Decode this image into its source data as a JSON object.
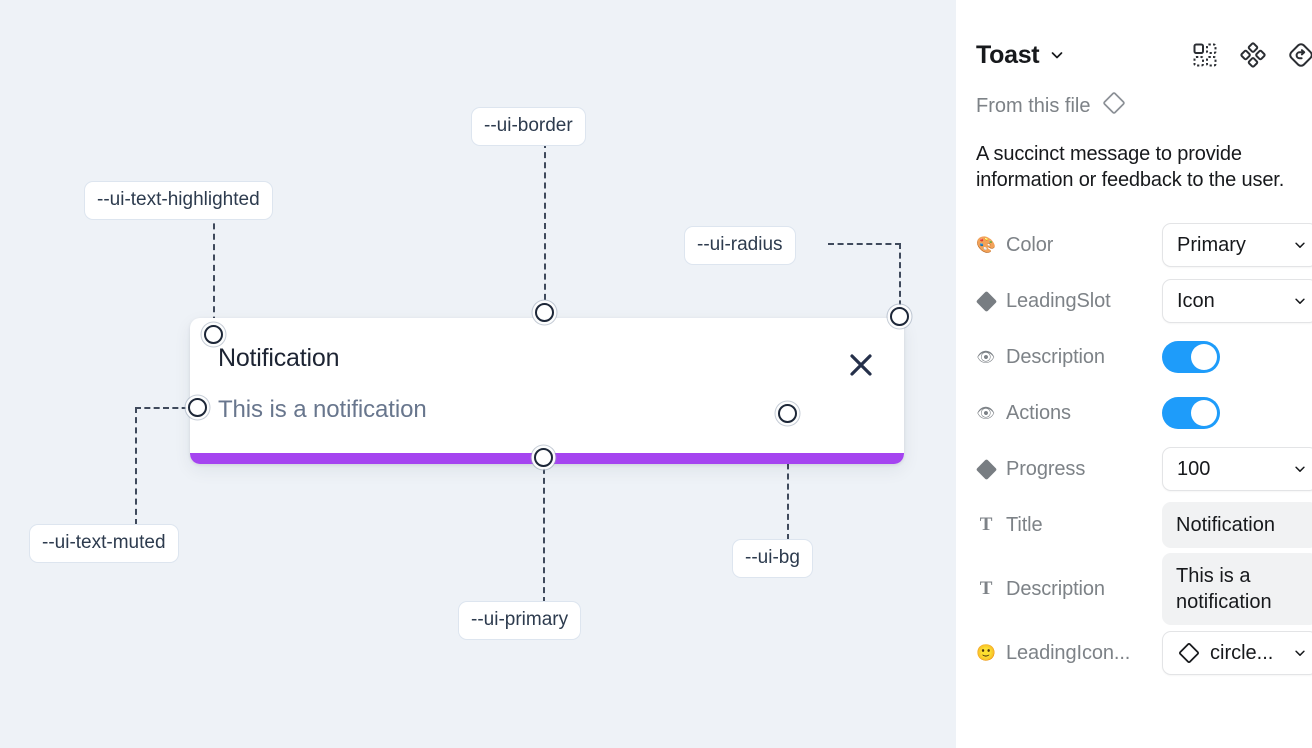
{
  "canvas": {
    "background_color": "#eef2f7",
    "annotations": [
      {
        "id": "ui-text-highlighted",
        "label": "--ui-text-highlighted"
      },
      {
        "id": "ui-border",
        "label": "--ui-border"
      },
      {
        "id": "ui-radius",
        "label": "--ui-radius"
      },
      {
        "id": "ui-text-muted",
        "label": "--ui-text-muted"
      },
      {
        "id": "ui-primary",
        "label": "--ui-primary"
      },
      {
        "id": "ui-bg",
        "label": "--ui-bg"
      }
    ],
    "toast": {
      "title": "Notification",
      "description": "This is a notification",
      "close_icon": "close-x-icon",
      "progress_color": "#a544f0",
      "progress_percent": 100,
      "background_color": "#ffffff"
    }
  },
  "panel": {
    "title": "Toast",
    "title_caret_icon": "chevron-down-icon",
    "header_icons": [
      {
        "name": "component-set-icon"
      },
      {
        "name": "variants-icon"
      },
      {
        "name": "reset-instance-icon"
      }
    ],
    "from_this_file": {
      "label": "From this file",
      "icon": "diamond-outline-icon"
    },
    "component_description": "A succinct message to provide information or feedback to the user.",
    "properties": [
      {
        "name": "color",
        "icon": "palette-emoji-icon",
        "icon_glyph": "🎨",
        "label": "Color",
        "control": "select",
        "value": "Primary"
      },
      {
        "name": "leading-slot",
        "icon": "diamond-solid-icon",
        "label": "LeadingSlot",
        "control": "select",
        "value": "Icon"
      },
      {
        "name": "description",
        "icon": "eye-emoji-icon",
        "icon_glyph": "👁",
        "label": "Description",
        "control": "toggle",
        "value": "on"
      },
      {
        "name": "actions",
        "icon": "eye-emoji-icon",
        "icon_glyph": "👁",
        "label": "Actions",
        "control": "toggle",
        "value": "on"
      },
      {
        "name": "progress",
        "icon": "diamond-solid-icon",
        "label": "Progress",
        "control": "select",
        "value": "100"
      },
      {
        "name": "title",
        "icon": "text-type-icon",
        "icon_glyph": "T",
        "label": "Title",
        "control": "text",
        "value": "Notification"
      },
      {
        "name": "description-text",
        "icon": "text-type-icon",
        "icon_glyph": "T",
        "label": "Description",
        "control": "textarea",
        "value": "This is a notification"
      },
      {
        "name": "leading-icon",
        "icon": "smiley-emoji-icon",
        "icon_glyph": "🙂",
        "label": "LeadingIcon...",
        "control": "select-with-icon",
        "lead_icon": "diamond-outline-icon",
        "value": "circle..."
      }
    ]
  }
}
